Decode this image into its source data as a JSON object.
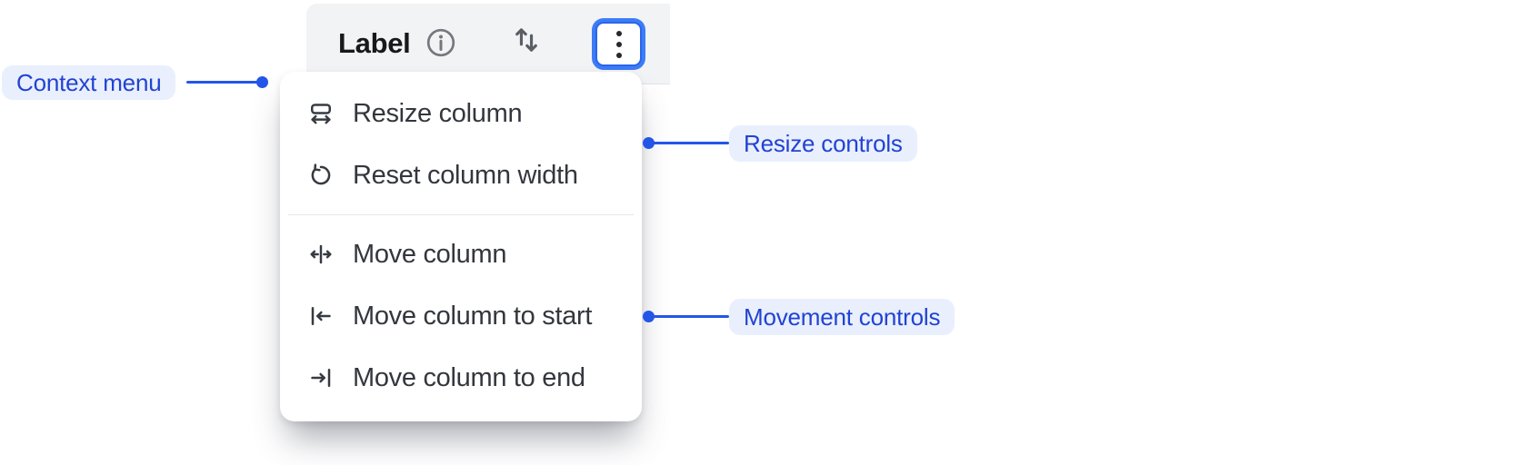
{
  "colors": {
    "accent_blue": "#2356e8",
    "annotation_text": "#2143d3",
    "annotation_bg": "#e9effd",
    "focus_ring_blue": "#3d7cf7",
    "header_bg": "#f2f3f5",
    "menu_bg": "#ffffff",
    "menu_text": "#33373d"
  },
  "header": {
    "title": "Label",
    "icons": [
      "info-icon",
      "sort-icon",
      "kebab-menu-icon"
    ]
  },
  "menu": {
    "items": [
      {
        "label": "Resize column",
        "icon": "resize-column-icon"
      },
      {
        "label": "Reset column width",
        "icon": "reset-column-width-icon"
      },
      {
        "label": "Move column",
        "icon": "move-column-icon"
      },
      {
        "label": "Move column to start",
        "icon": "move-column-to-start-icon"
      },
      {
        "label": "Move column to end",
        "icon": "move-column-to-end-icon"
      }
    ]
  },
  "annotations": {
    "context": {
      "label": "Context menu"
    },
    "resize": {
      "label": "Resize controls"
    },
    "movement": {
      "label": "Movement controls"
    }
  }
}
